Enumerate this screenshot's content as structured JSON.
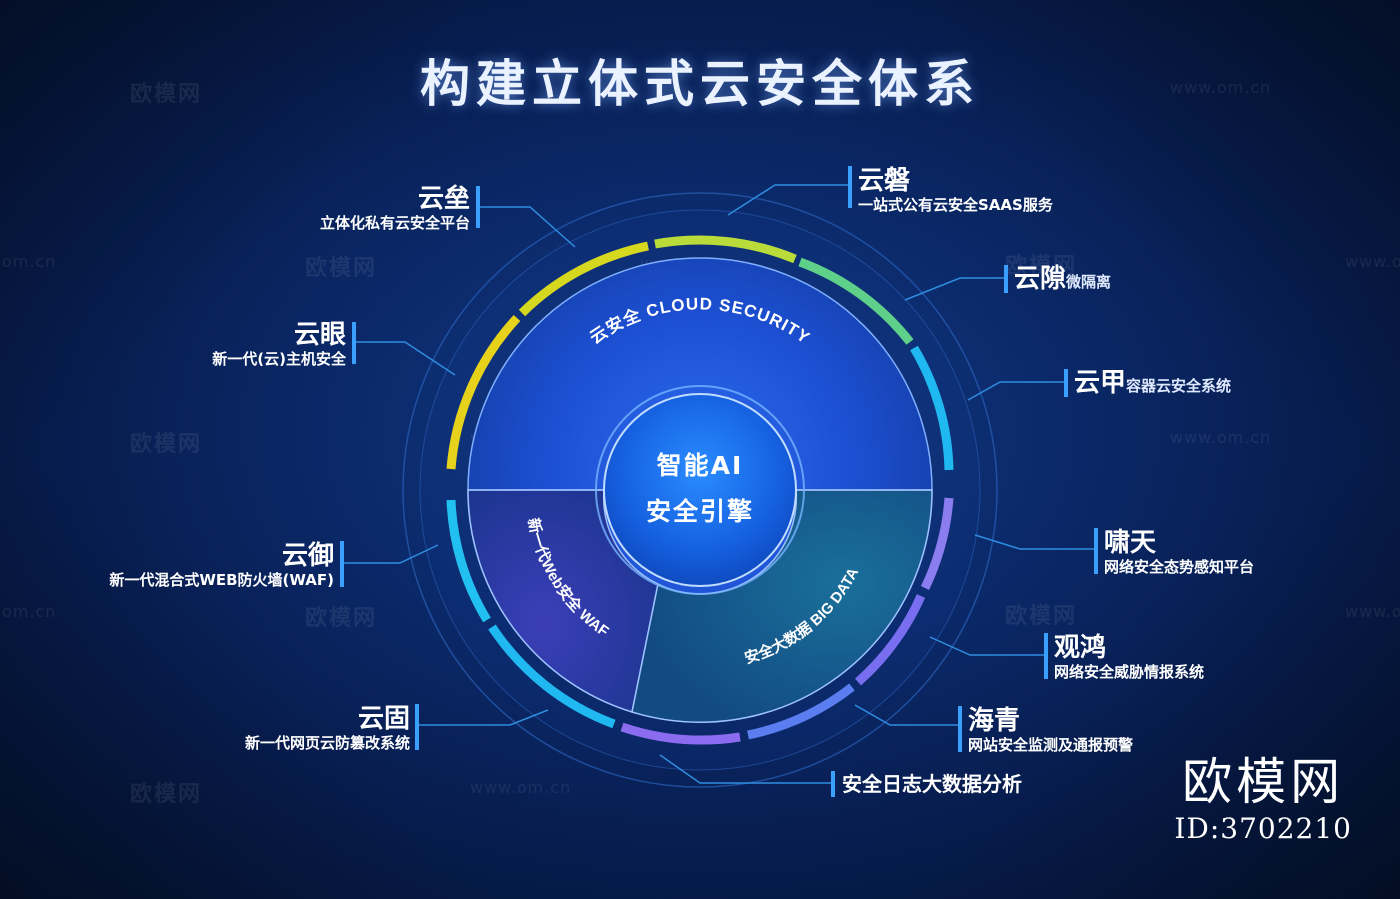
{
  "title": "构建立体式云安全体系",
  "center": {
    "line1": "智能AI",
    "line2": "安全引擎"
  },
  "sectors": {
    "cloud_security": "云安全  CLOUD SECURITY",
    "web_waf": "新一代Web安全 WAF",
    "big_data": "安全大数据  BIG DATA"
  },
  "labels": {
    "yunlei": {
      "name": "云垒",
      "desc": "立体化私有云安全平台"
    },
    "yunpan": {
      "name": "云磐",
      "desc": "一站式公有云安全SAAS服务"
    },
    "yunxi": {
      "name": "云隙",
      "desc": "微隔离"
    },
    "yunjia": {
      "name": "云甲",
      "desc": "容器云安全系统"
    },
    "yunyan": {
      "name": "云眼",
      "desc": "新一代(云)主机安全"
    },
    "yunyu": {
      "name": "云御",
      "desc": "新一代混合式WEB防火墙(WAF)"
    },
    "yungu": {
      "name": "云固",
      "desc": "新一代网页云防篡改系统"
    },
    "xiaotian": {
      "name": "啸天",
      "desc": "网络安全态势感知平台"
    },
    "guanhong": {
      "name": "观鸿",
      "desc": "网络安全威胁情报系统"
    },
    "haiqing": {
      "name": "海青",
      "desc": "网站安全监测及通报预警"
    },
    "log": {
      "desc": "安全日志大数据分析"
    }
  },
  "watermarks": {
    "text": "欧模网",
    "url": "www.om.cn",
    "url_short": "om.cn"
  },
  "brand": {
    "name": "欧模网",
    "id": "ID:3702210"
  },
  "colors": {
    "ring_yellow": "#e6d21a",
    "ring_green": "#5fd08a",
    "ring_cyan": "#1fb8f0",
    "ring_purple": "#8b7cf0",
    "line": "#2f8de0",
    "bar": "#3aa0ff"
  }
}
